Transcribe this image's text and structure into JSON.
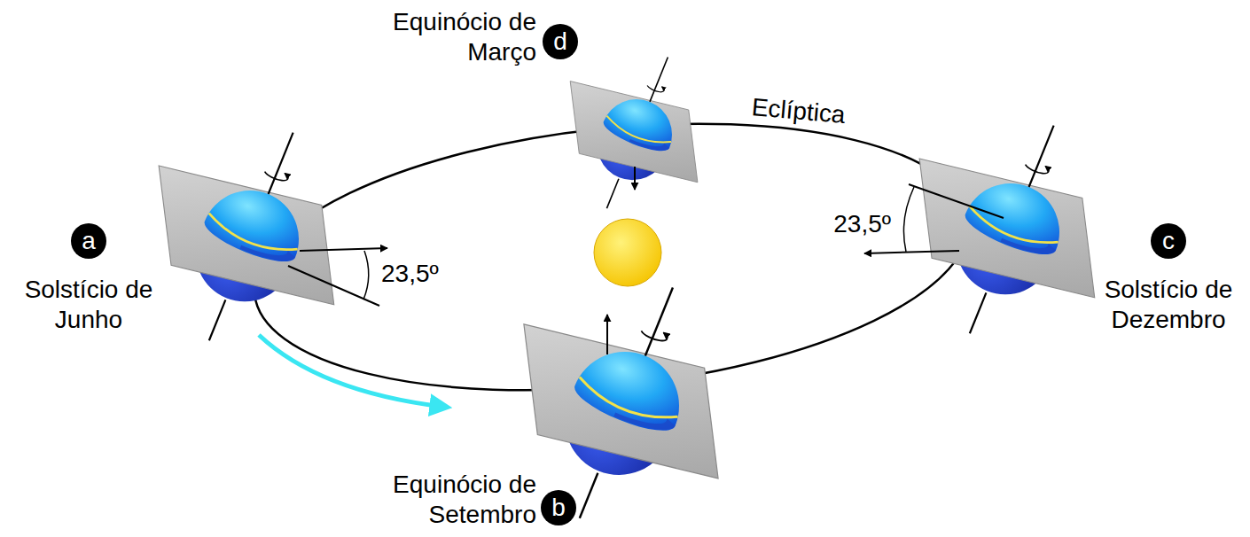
{
  "diagram": {
    "nodes": [
      {
        "text": [
          "d"
        ]
      },
      {
        "text": [
          "a"
        ]
      },
      {
        "text": [
          "c"
        ]
      },
      {
        "text": [
          "b"
        ]
      }
    ],
    "labels": [
      "Equinócio de Março",
      "Eclíptica",
      "Solstício de Junho",
      "23,5º",
      "23,5º",
      "Solstício de Dezembro",
      "Equinócio de Setembro"
    ]
  }
}
